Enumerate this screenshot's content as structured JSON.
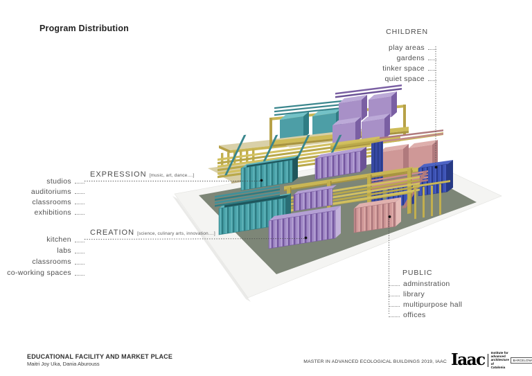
{
  "title": "Program Distribution",
  "callouts": {
    "children": {
      "header": "CHILDREN",
      "items": [
        "play areas",
        "gardens",
        "tinker space",
        "quiet space"
      ]
    },
    "expression": {
      "header": "EXPRESSION",
      "subtitle": "[music, art, dance....]",
      "items": [
        "studios",
        "auditoriums",
        "classrooms",
        "exhibitions"
      ]
    },
    "creation": {
      "header": "CREATION",
      "subtitle": "[science, culinary arts, innovation....]",
      "items": [
        "kitchen",
        "labs",
        "classrooms",
        "co-working spaces"
      ]
    },
    "public": {
      "header": "PUBLIC",
      "items": [
        "adminstration",
        "library",
        "multipurpose hall",
        "offices"
      ]
    }
  },
  "footer": {
    "project_title": "EDUCATIONAL FACILITY AND MARKET PLACE",
    "authors": "Maitri Joy Uka, Dania Aburouss",
    "program": "MASTER IN ADVANCED ECOLOGICAL BUILDINGS 2019, IAAC",
    "logo": {
      "wordmark": "Iaac",
      "institute": "Institute for\nadvanced\narchitecture\nof Catalonia",
      "city": "BARCELONA"
    }
  },
  "model": {
    "palette": {
      "teal": "#4aa3aa",
      "purple": "#a28bc7",
      "pink": "#d29a99",
      "yellow": "#cdbb58",
      "blue": "#3a50b2",
      "green_base": "#7d8677",
      "sheet": "#f4f4f2",
      "annotation": "#4a4a4a"
    }
  }
}
